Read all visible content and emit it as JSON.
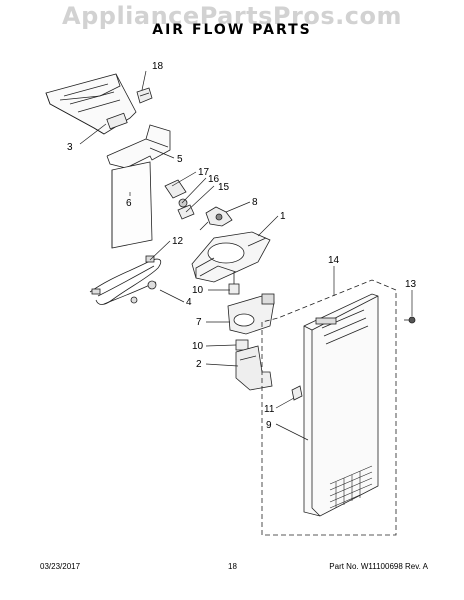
{
  "header": {
    "watermark": "AppliancePartsPros.com",
    "title": "AIR FLOW PARTS"
  },
  "callouts": {
    "c1": "1",
    "c2": "2",
    "c3": "3",
    "c4": "4",
    "c5": "5",
    "c6": "6",
    "c7": "7",
    "c8": "8",
    "c9": "9",
    "c10a": "10",
    "c10b": "10",
    "c11": "11",
    "c12": "12",
    "c13": "13",
    "c14": "14",
    "c15": "15",
    "c16": "16",
    "c17": "17",
    "c18": "18"
  },
  "footer": {
    "date": "03/23/2017",
    "page": "18",
    "part_rev": "Part No. W11100698  Rev. A"
  }
}
